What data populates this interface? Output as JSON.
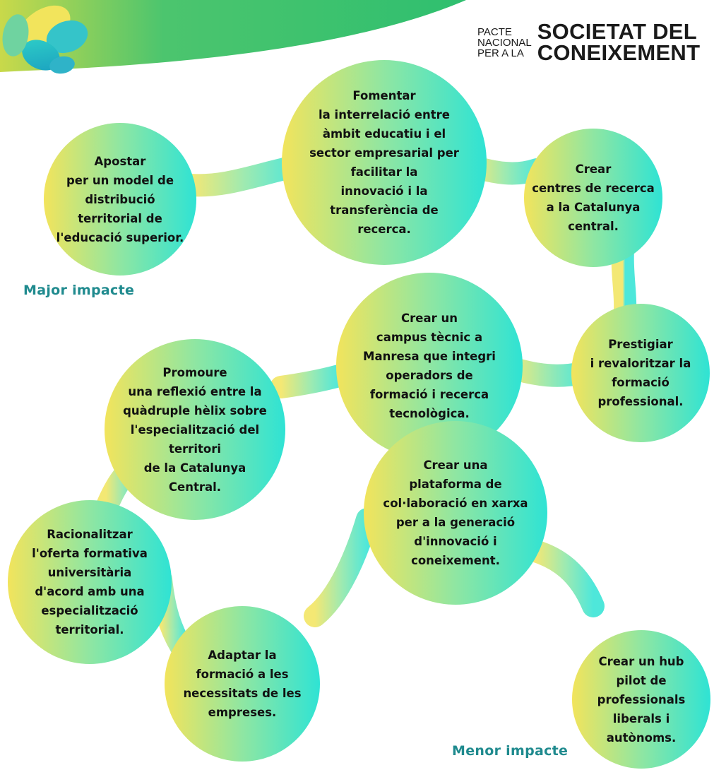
{
  "brand": {
    "small_text": "PACTE\nNACIONAL\nPER A LA",
    "big_text": "SOCIETAT DEL\nCONEIXEMENT"
  },
  "colors": {
    "yellow": "#f2e45c",
    "turquoise": "#2fe3d4",
    "teal_text": "#1f8a8e",
    "banner_green": "#2fbf6f"
  },
  "labels": {
    "major": "Major impacte",
    "minor": "Menor impacte"
  },
  "nodes": [
    {
      "id": "n1",
      "text": "Apostar\nper un model de\ndistribució\nterritorial de\nl'educació superior."
    },
    {
      "id": "n2",
      "text": "Fomentar\nla interrelació entre\nàmbit educatiu i el\nsector empresarial per\nfacilitar la\ninnovació i la\ntransferència de\nrecerca."
    },
    {
      "id": "n3",
      "text": "Crear\ncentres de recerca\na la Catalunya\ncentral."
    },
    {
      "id": "n4",
      "text": "Prestigiar\ni revaloritzar la\nformació\nprofessional."
    },
    {
      "id": "n5",
      "text": "Crear un\ncampus tècnic a\nManresa que integri\noperadors de\nformació i recerca\ntecnològica."
    },
    {
      "id": "n6",
      "text": "Promoure\nuna reflexió entre la\nquàdruple hèlix sobre\nl'especialització del\nterritori\nde la Catalunya\nCentral."
    },
    {
      "id": "n7",
      "text": "Racionalitzar\nl'oferta formativa\nuniversitària\nd'acord amb una\nespecialització\nterritorial."
    },
    {
      "id": "n8",
      "text": "Adaptar la\nformació a les\nnecessitats de les\nempreses."
    },
    {
      "id": "n9",
      "text": "Crear una\nplataforma de\ncol·laboració en xarxa\nper a la generació\nd'innovació i\nconeixement."
    },
    {
      "id": "n10",
      "text": "Crear un hub\npilot de\nprofessionals\nliberals i\nautònoms."
    }
  ]
}
